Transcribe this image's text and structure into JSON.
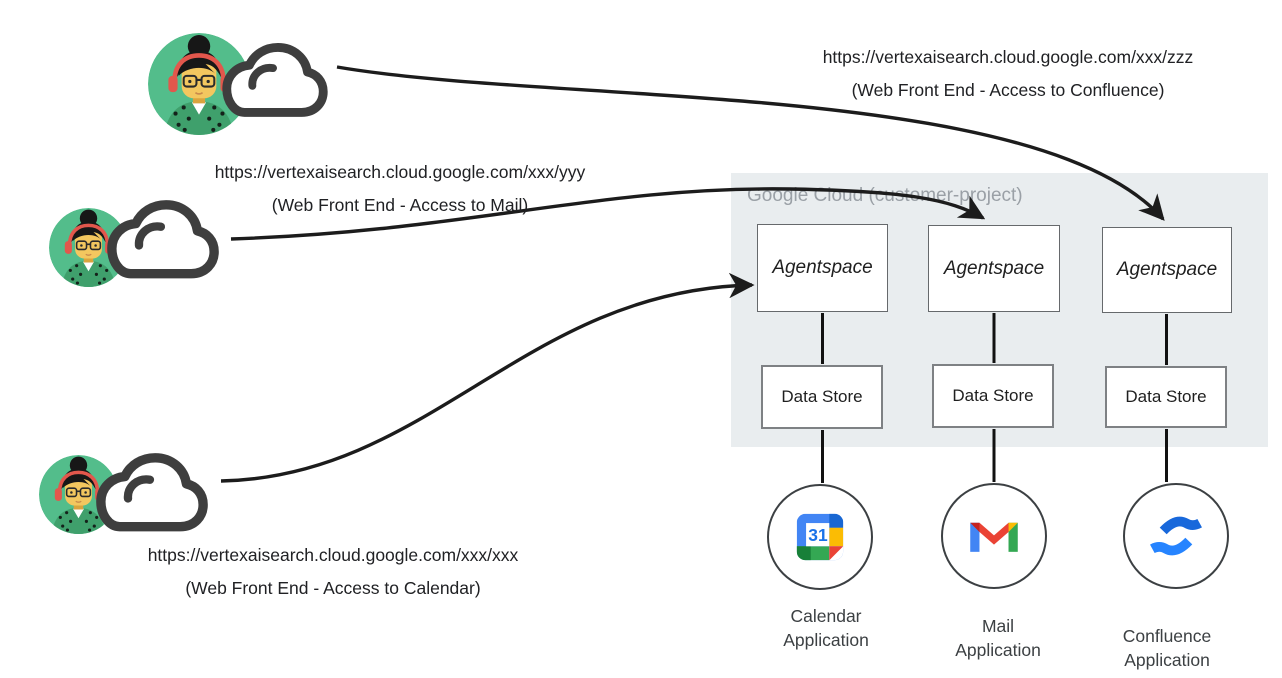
{
  "users": [
    {
      "name": "confluence-user",
      "url": "https://vertexaisearch.cloud.google.com/xxx/zzz",
      "caption": "(Web Front End - Access to Confluence)"
    },
    {
      "name": "mail-user",
      "url": "https://vertexaisearch.cloud.google.com/xxx/yyy",
      "caption": "(Web Front End - Access to Mail)"
    },
    {
      "name": "calendar-user",
      "url": "https://vertexaisearch.cloud.google.com/xxx/xxx",
      "caption": "(Web Front End - Access to Calendar)"
    }
  ],
  "gcp": {
    "label": "Google Cloud (customer-project)"
  },
  "columns": [
    {
      "agent": "Agentspace",
      "datastore": "Data Store",
      "app_line1": "Calendar",
      "app_line2": "Application",
      "icon": "google-calendar-icon",
      "calendar_day": "31"
    },
    {
      "agent": "Agentspace",
      "datastore": "Data Store",
      "app_line1": "Mail",
      "app_line2": "Application",
      "icon": "gmail-icon"
    },
    {
      "agent": "Agentspace",
      "datastore": "Data Store",
      "app_line1": "Confluence",
      "app_line2": "Application",
      "icon": "confluence-icon"
    }
  ],
  "colors": {
    "container_bg": "#e9edef",
    "container_label": "#9aa0a6",
    "arrow": "#1c1c1c",
    "avatar_bg": "#53bd8b",
    "headphones": "#e2574c",
    "skin": "#f3c75f",
    "cloud_outline": "#3e3e3e",
    "calendar_blue": "#4285f4",
    "gmail_red": "#ea4335",
    "confluence_blue": "#1868db"
  }
}
